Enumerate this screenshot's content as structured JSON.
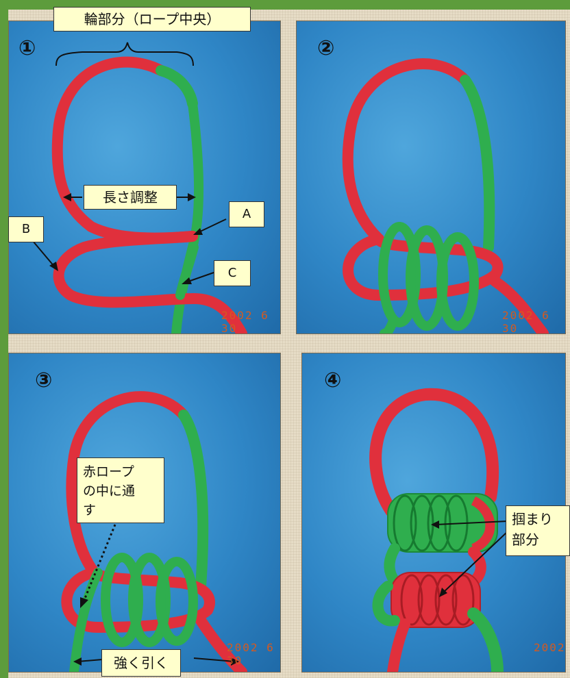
{
  "panel1": {
    "number": "①",
    "title_callout": "輪部分（ロープ中央）",
    "length_callout": "長さ調整",
    "label_a": "A",
    "label_b": "B",
    "label_c": "C",
    "date_stamp": "2002  6 30"
  },
  "panel2": {
    "number": "②",
    "date_stamp": "2002  6 30"
  },
  "panel3": {
    "number": "③",
    "pass_callout": "赤ロープ\nの中に通\nす",
    "pull_callout": "強く引く",
    "date_stamp": "2002  6 30"
  },
  "panel4": {
    "number": "④",
    "grip_callout": "掴まり\n部分",
    "date_stamp": "2002"
  },
  "colors": {
    "rope_red": "#e0303c",
    "rope_green": "#2fae4e",
    "background_blue": "#2f86c6",
    "callout_fill": "#ffffcc"
  }
}
